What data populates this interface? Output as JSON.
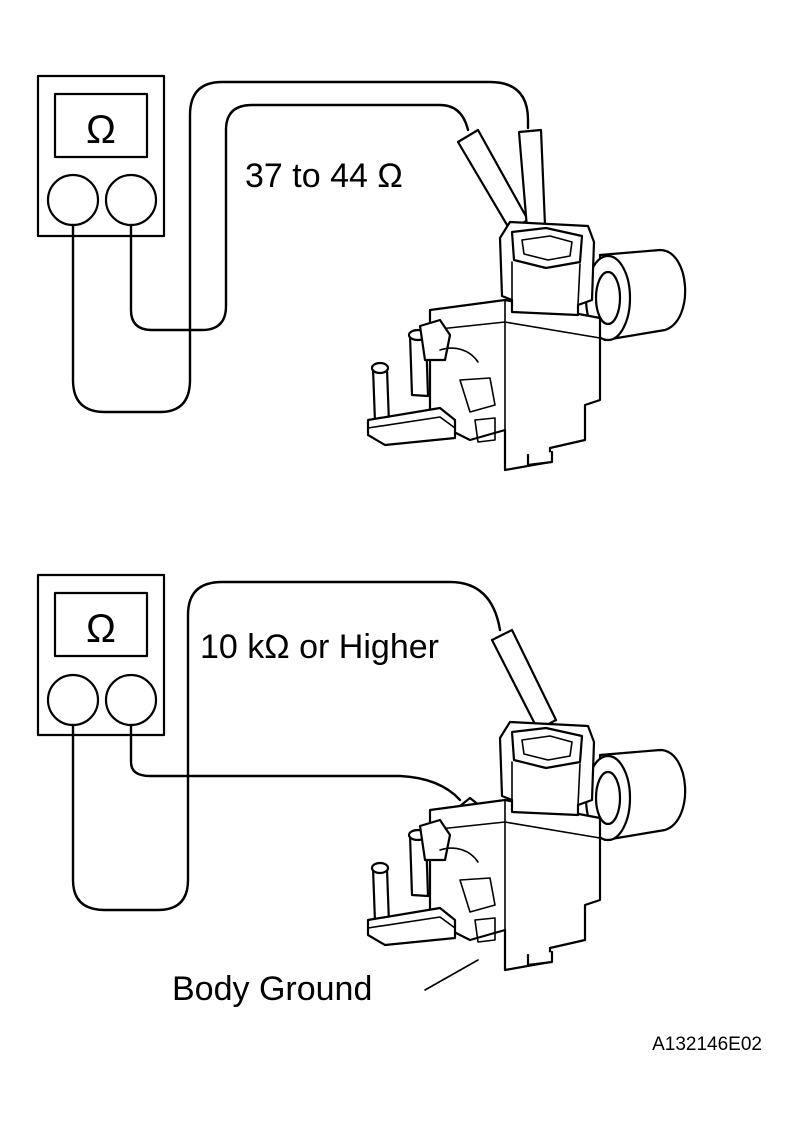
{
  "panels": [
    {
      "meter_symbol": "Ω",
      "reading_label": "37 to 44 Ω",
      "ground_label": ""
    },
    {
      "meter_symbol": "Ω",
      "reading_label": "10 kΩ or Higher",
      "ground_label": "Body Ground"
    }
  ],
  "figure_code": "A132146E02"
}
